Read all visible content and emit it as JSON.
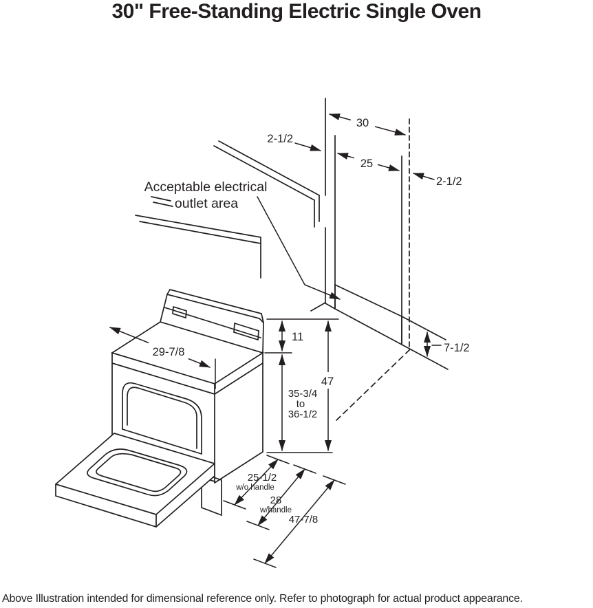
{
  "title": "30\" Free-Standing Electric Single Oven",
  "footnote": "Above Illustration intended for dimensional reference only. Refer to photograph for actual product appearance.",
  "annotation": {
    "line1": "Acceptable electrical",
    "line2": "outlet area"
  },
  "dimensions": {
    "wall_opening_width": "30",
    "outlet_offset_left": "2-1/2",
    "outlet_area_width": "25",
    "outlet_offset_right": "2-1/2",
    "outlet_area_height": "7-1/2",
    "cooktop_width": "29-7/8",
    "backguard_height": "11",
    "overall_height": "47",
    "cooktop_height_min": "35-3/4",
    "cooktop_height_joiner": "to",
    "cooktop_height_max": "36-1/2",
    "depth_without_handle": "25-1/2",
    "depth_without_handle_note": "w/o handle",
    "depth_with_handle": "28",
    "depth_with_handle_note": "w/handle",
    "depth_door_open": "47-7/8"
  },
  "colors": {
    "line": "#231f20",
    "outlet_area_fill": "#949698"
  }
}
